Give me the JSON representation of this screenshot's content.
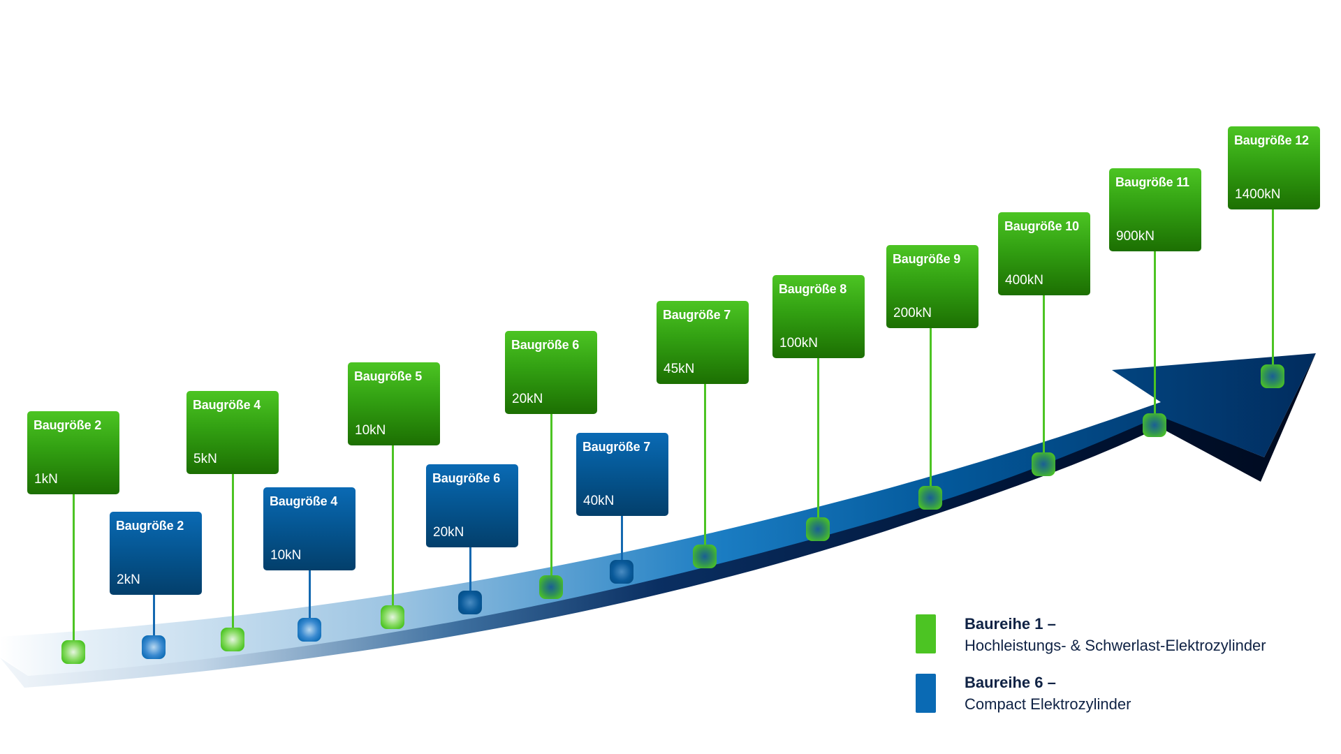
{
  "diagram": {
    "type": "growth-arrow-roadmap",
    "size_label_prefix": "Baugröße",
    "series_colors": {
      "baureihe_1": "#4cc423",
      "baureihe_6": "#0a6ab4",
      "arrow_dark": "#002a5c"
    },
    "items": [
      {
        "series": "baureihe_1",
        "title": "Baugröße 2",
        "value": "1kN"
      },
      {
        "series": "baureihe_6",
        "title": "Baugröße 2",
        "value": "2kN"
      },
      {
        "series": "baureihe_1",
        "title": "Baugröße 4",
        "value": "5kN"
      },
      {
        "series": "baureihe_6",
        "title": "Baugröße 4",
        "value": "10kN"
      },
      {
        "series": "baureihe_1",
        "title": "Baugröße 5",
        "value": "10kN"
      },
      {
        "series": "baureihe_6",
        "title": "Baugröße 6",
        "value": "20kN"
      },
      {
        "series": "baureihe_1",
        "title": "Baugröße 6",
        "value": "20kN"
      },
      {
        "series": "baureihe_6",
        "title": "Baugröße 7",
        "value": "40kN"
      },
      {
        "series": "baureihe_1",
        "title": "Baugröße 7",
        "value": "45kN"
      },
      {
        "series": "baureihe_1",
        "title": "Baugröße 8",
        "value": "100kN"
      },
      {
        "series": "baureihe_1",
        "title": "Baugröße 9",
        "value": "200kN"
      },
      {
        "series": "baureihe_1",
        "title": "Baugröße 10",
        "value": "400kN"
      },
      {
        "series": "baureihe_1",
        "title": "Baugröße 11",
        "value": "900kN"
      },
      {
        "series": "baureihe_1",
        "title": "Baugröße 12",
        "value": "1400kN"
      }
    ]
  },
  "legend": {
    "items": [
      {
        "series": "baureihe_1",
        "title": "Baureihe 1 –",
        "subtitle": "Hochleistungs- & Schwerlast-Elektrozylinder",
        "color": "#4cc423"
      },
      {
        "series": "baureihe_6",
        "title": "Baureihe 6 –",
        "subtitle": "Compact Elektrozylinder",
        "color": "#0a6ab4"
      }
    ]
  }
}
